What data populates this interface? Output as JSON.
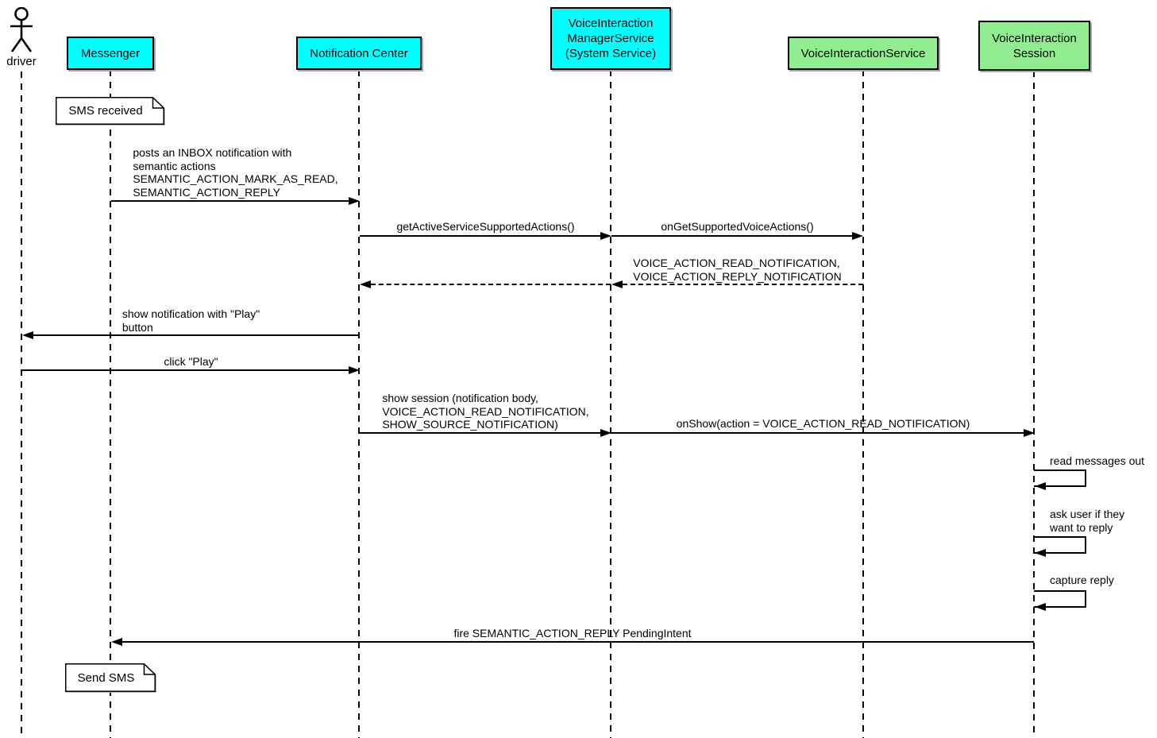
{
  "actor": {
    "label": "driver"
  },
  "participants": [
    {
      "id": "messenger",
      "label": "Messenger",
      "color": "#00ffff"
    },
    {
      "id": "notification-center",
      "label": "Notification Center",
      "color": "#00ffff"
    },
    {
      "id": "voiceinteraction-managerservice",
      "label": "VoiceInteraction\nManagerService\n(System Service)",
      "color": "#00ffff"
    },
    {
      "id": "voiceinteractionservice",
      "label": "VoiceInteractionService",
      "color": "#90ee90"
    },
    {
      "id": "voiceinteraction-session",
      "label": "VoiceInteraction\nSession",
      "color": "#90ee90"
    }
  ],
  "notes": [
    {
      "text": "SMS received",
      "anchor": "Messenger"
    },
    {
      "text": "Send SMS",
      "anchor": "Messenger"
    }
  ],
  "messages": [
    {
      "label": "posts an INBOX notification with\nsemantic actions\nSEMANTIC_ACTION_MARK_AS_READ,\nSEMANTIC_ACTION_REPLY",
      "from": "Messenger",
      "to": "Notification Center",
      "type": "solid"
    },
    {
      "label": "getActiveServiceSupportedActions()",
      "from": "Notification Center",
      "to": "VoiceInteraction ManagerService",
      "type": "solid"
    },
    {
      "label": "onGetSupportedVoiceActions()",
      "from": "VoiceInteraction ManagerService",
      "to": "VoiceInteractionService",
      "type": "solid"
    },
    {
      "label": "VOICE_ACTION_READ_NOTIFICATION,\nVOICE_ACTION_REPLY_NOTIFICATION",
      "from": "VoiceInteractionService",
      "to": "VoiceInteraction ManagerService",
      "type": "dashed"
    },
    {
      "label": "",
      "from": "VoiceInteraction ManagerService",
      "to": "Notification Center",
      "type": "dashed"
    },
    {
      "label": "show notification with \"Play\"\nbutton",
      "from": "Notification Center",
      "to": "driver",
      "type": "solid"
    },
    {
      "label": "click \"Play\"",
      "from": "driver",
      "to": "Notification Center",
      "type": "solid"
    },
    {
      "label": "show session (notification body,\nVOICE_ACTION_READ_NOTIFICATION,\nSHOW_SOURCE_NOTIFICATION)",
      "from": "Notification Center",
      "to": "VoiceInteraction ManagerService",
      "type": "solid"
    },
    {
      "label": "onShow(action = VOICE_ACTION_READ_NOTIFICATION)",
      "from": "VoiceInteraction ManagerService",
      "to": "VoiceInteraction Session",
      "type": "solid"
    },
    {
      "label": "read messages out",
      "from": "VoiceInteraction Session",
      "to": "VoiceInteraction Session",
      "type": "self"
    },
    {
      "label": "ask user if they\nwant to reply",
      "from": "VoiceInteraction Session",
      "to": "VoiceInteraction Session",
      "type": "self"
    },
    {
      "label": "capture reply",
      "from": "VoiceInteraction Session",
      "to": "VoiceInteraction Session",
      "type": "self"
    },
    {
      "label": "fire SEMANTIC_ACTION_REPLY PendingIntent",
      "from": "VoiceInteraction Session",
      "to": "Messenger",
      "type": "solid"
    }
  ],
  "colors": {
    "system_box": "#00ffff",
    "service_box": "#90ee90",
    "line": "#000000",
    "note_bg": "#ffffff",
    "background": "#ffffff"
  }
}
